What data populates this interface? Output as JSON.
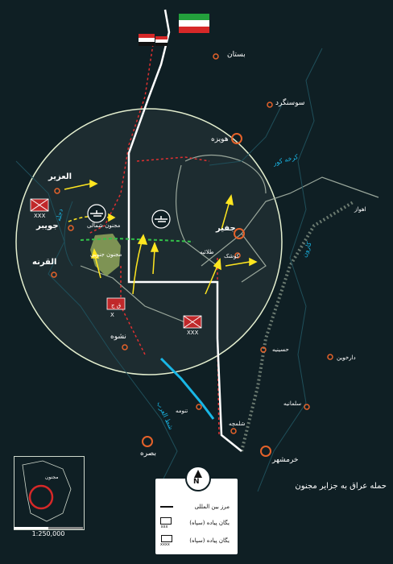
{
  "map": {
    "title": "حمله عراق به جزایر مجنون",
    "scale": "1:250,000",
    "north_letter": "N",
    "cities": {
      "bostan": "بستان",
      "susangerd": "سوسنگرد",
      "hoveyzeh": "هویزه",
      "uzair": "العزیر",
      "jowayr": "جویبر",
      "qurna": "القرنه",
      "jofeyr": "جفیر",
      "kushk": "کوشک",
      "talaieh": "طلائیه",
      "nashweh": "نشوه",
      "hoseyniyeh": "حسینیه",
      "darkhovin": "دارخوین",
      "salmaniyeh": "سلمانیه",
      "shalamcheh": "شلمچه",
      "khorramshahr": "خرمشهر",
      "basra": "بصره",
      "tanumah": "تنومه",
      "ahvaz": "اهواز",
      "majnoon_north": "مجنون شمالی",
      "majnoon_south": "مجنون جنوبی"
    },
    "rivers": {
      "karoon": "کارون",
      "karkheh": "کرخه کور",
      "arvand": "شط العرب",
      "dijla": "دجله"
    },
    "unit_labels": {
      "xxx_1": "XXX",
      "xxx_2": "XXX",
      "corps": "ق ج",
      "x": "X"
    },
    "inset_label": "مجنون"
  },
  "legend": {
    "items": [
      "مرز بین المللی",
      "یگان پیاده (سپاه)",
      "یگان پیاده (سپاه)"
    ],
    "codes": [
      "xxx",
      "xxxx"
    ]
  },
  "colors": {
    "background": "#0f1f24",
    "border_line": "#ffffff",
    "iraq_side": "#e03030",
    "attack_arrow": "#ffe620",
    "river": "#19b7e6",
    "island": "#8fa65a",
    "circle": "#e4efcf",
    "city_ring": "#e5622a"
  }
}
